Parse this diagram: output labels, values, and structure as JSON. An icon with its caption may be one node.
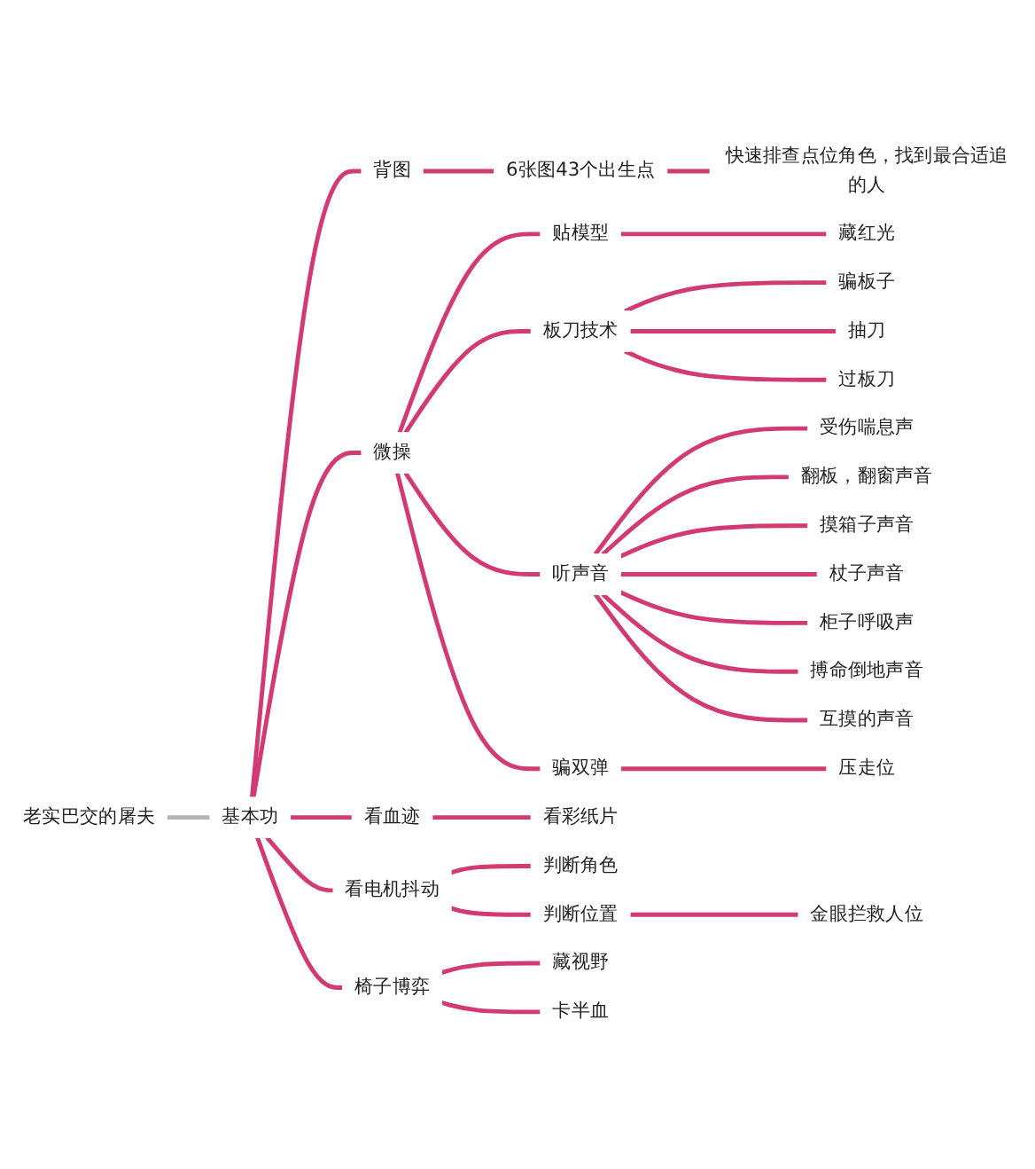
{
  "diagram": {
    "nodes": [
      {
        "text": [
          "老实巴交的屠夫"
        ]
      },
      {
        "text": [
          "基本功"
        ]
      },
      {
        "text": [
          "背图"
        ]
      },
      {
        "text": [
          "6张图43个出生点"
        ]
      },
      {
        "text": [
          "快速排查点位角色，找到最合适追的人"
        ]
      },
      {
        "text": [
          "微操"
        ]
      },
      {
        "text": [
          "贴模型"
        ]
      },
      {
        "text": [
          "藏红光"
        ]
      },
      {
        "text": [
          "板刀技术"
        ]
      },
      {
        "text": [
          "骗板子"
        ]
      },
      {
        "text": [
          "抽刀"
        ]
      },
      {
        "text": [
          "过板刀"
        ]
      },
      {
        "text": [
          "听声音"
        ]
      },
      {
        "text": [
          "受伤喘息声"
        ]
      },
      {
        "text": [
          "翻板，翻窗声音"
        ]
      },
      {
        "text": [
          "摸箱子声音"
        ]
      },
      {
        "text": [
          "杖子声音"
        ]
      },
      {
        "text": [
          "柜子呼吸声"
        ]
      },
      {
        "text": [
          "搏命倒地声音"
        ]
      },
      {
        "text": [
          "互摸的声音"
        ]
      },
      {
        "text": [
          "骗双弹"
        ]
      },
      {
        "text": [
          "压走位"
        ]
      },
      {
        "text": [
          "看血迹"
        ]
      },
      {
        "text": [
          "看彩纸片"
        ]
      },
      {
        "text": [
          "看电机抖动"
        ]
      },
      {
        "text": [
          "判断角色"
        ]
      },
      {
        "text": [
          "判断位置"
        ]
      },
      {
        "text": [
          "金眼拦救人位"
        ]
      },
      {
        "text": [
          "椅子博弈"
        ]
      },
      {
        "text": [
          "藏视野"
        ]
      },
      {
        "text": [
          "卡半血"
        ]
      }
    ],
    "edges": [
      {
        "from": 0,
        "to": 1,
        "arrow": "none",
        "color": "#b3b3b3"
      },
      {
        "from": 1,
        "to": 2,
        "arrow": "none"
      },
      {
        "from": 2,
        "to": 3,
        "arrow": "none"
      },
      {
        "from": 3,
        "to": 4,
        "arrow": "none"
      },
      {
        "from": 1,
        "to": 5,
        "arrow": "none"
      },
      {
        "from": 5,
        "to": 6,
        "arrow": "none"
      },
      {
        "from": 6,
        "to": 7,
        "arrow": "none"
      },
      {
        "from": 5,
        "to": 8,
        "arrow": "none"
      },
      {
        "from": 8,
        "to": 9,
        "arrow": "none"
      },
      {
        "from": 8,
        "to": 10,
        "arrow": "none"
      },
      {
        "from": 8,
        "to": 11,
        "arrow": "none"
      },
      {
        "from": 5,
        "to": 12,
        "arrow": "none"
      },
      {
        "from": 12,
        "to": 13,
        "arrow": "none"
      },
      {
        "from": 12,
        "to": 14,
        "arrow": "none"
      },
      {
        "from": 12,
        "to": 15,
        "arrow": "none"
      },
      {
        "from": 12,
        "to": 16,
        "arrow": "none"
      },
      {
        "from": 12,
        "to": 17,
        "arrow": "none"
      },
      {
        "from": 12,
        "to": 18,
        "arrow": "none"
      },
      {
        "from": 12,
        "to": 19,
        "arrow": "none"
      },
      {
        "from": 5,
        "to": 20,
        "arrow": "none"
      },
      {
        "from": 20,
        "to": 21,
        "arrow": "none"
      },
      {
        "from": 1,
        "to": 22,
        "arrow": "none"
      },
      {
        "from": 22,
        "to": 23,
        "arrow": "none"
      },
      {
        "from": 1,
        "to": 24,
        "arrow": "none"
      },
      {
        "from": 24,
        "to": 25,
        "arrow": "none"
      },
      {
        "from": 24,
        "to": 26,
        "arrow": "none"
      },
      {
        "from": 26,
        "to": 27,
        "arrow": "none"
      },
      {
        "from": 1,
        "to": 28,
        "arrow": "none"
      },
      {
        "from": 28,
        "to": 29,
        "arrow": "none"
      },
      {
        "from": 28,
        "to": 30,
        "arrow": "none"
      }
    ]
  }
}
